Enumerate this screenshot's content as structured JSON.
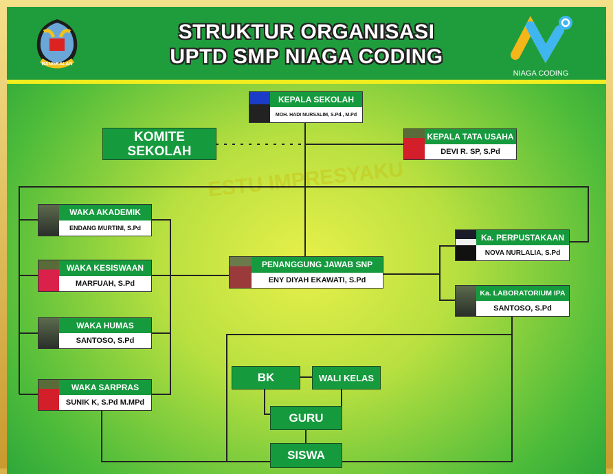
{
  "header": {
    "title_line1": "STRUKTUR ORGANISASI",
    "title_line2": "UPTD SMP NIAGA CODING",
    "left_logo_text": "BANGKALAN",
    "right_logo_caption": "NIAGA CODING"
  },
  "watermark": "ESTU IMPRESYAKU",
  "nodes": {
    "kepala_sekolah": {
      "role": "KEPALA SEKOLAH",
      "name": "MOH. HADI NURSALIM, S.Pd., M.Pd"
    },
    "komite": {
      "line1": "KOMITE",
      "line2": "SEKOLAH"
    },
    "kepala_tu": {
      "role": "KEPALA TATA USAHA",
      "name": "DEVI R. SP, S.Pd"
    },
    "waka_akademik": {
      "role": "WAKA AKADEMIK",
      "name": "ENDANG MURTINI, S.Pd"
    },
    "waka_kesiswaan": {
      "role": "WAKA KESISWAAN",
      "name": "MARFUAH, S.Pd"
    },
    "waka_humas": {
      "role": "WAKA HUMAS",
      "name": "SANTOSO, S.Pd"
    },
    "waka_sarpras": {
      "role": "WAKA SARPRAS",
      "name": "SUNIK K, S.Pd M.MPd"
    },
    "pj_snp": {
      "role": "PENANGGUNG JAWAB SNP",
      "name": "ENY DIYAH EKAWATI, S.Pd"
    },
    "ka_perpus": {
      "role": "Ka. PERPUSTAKAAN",
      "name": "NOVA NURLALIA, S.Pd"
    },
    "ka_lab": {
      "role": "Ka. LABORATORIUM IPA",
      "name": "SANTOSO, S.Pd"
    },
    "bk": "BK",
    "wali_kelas": "WALI KELAS",
    "guru": "GURU",
    "siswa": "SISWA"
  }
}
